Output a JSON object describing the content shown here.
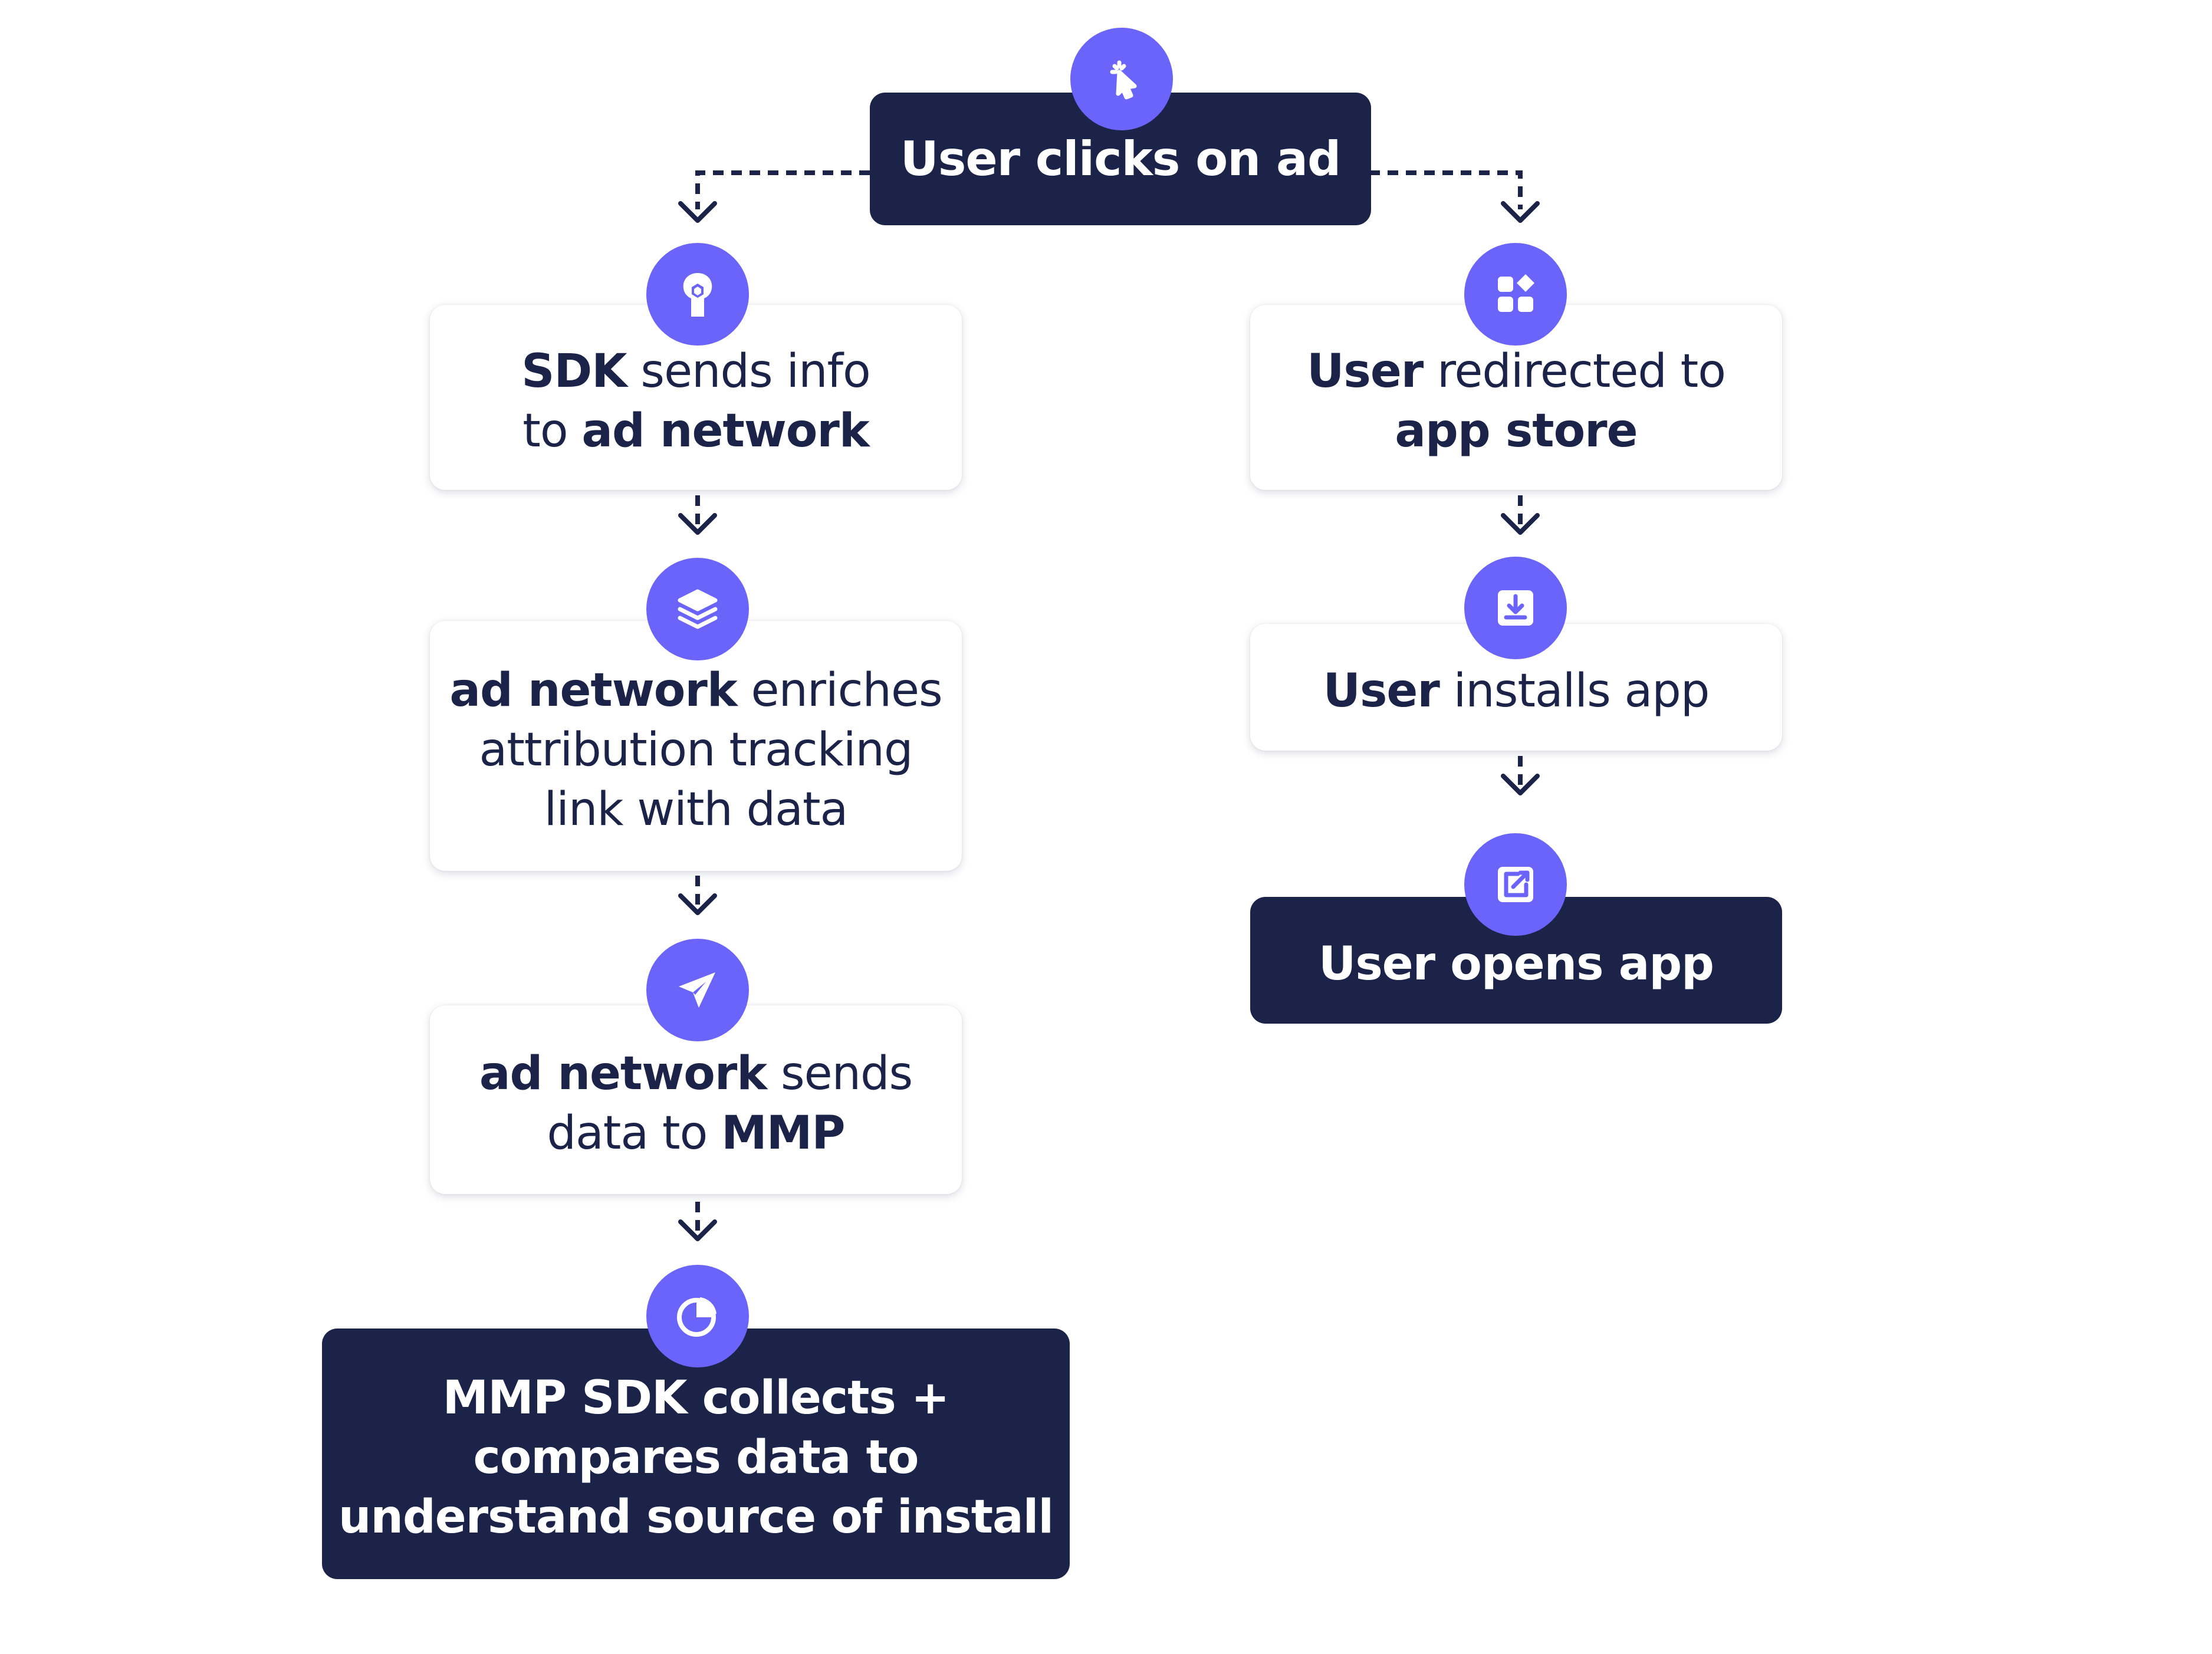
{
  "diagram": {
    "start_node": {
      "icon": "pointer-click-icon",
      "text": "User clicks on ad"
    },
    "left_branch": [
      {
        "icon": "sdk-wrench-icon",
        "lines": [
          [
            {
              "t": "SDK",
              "b": true
            },
            {
              "t": " sends info",
              "b": false
            }
          ],
          [
            {
              "t": "to ",
              "b": false
            },
            {
              "t": "ad network",
              "b": true
            }
          ]
        ]
      },
      {
        "icon": "layers-icon",
        "lines": [
          [
            {
              "t": "ad network",
              "b": true
            },
            {
              "t": " enriches",
              "b": false
            }
          ],
          [
            {
              "t": "attribution tracking",
              "b": false
            }
          ],
          [
            {
              "t": "link with data",
              "b": false
            }
          ]
        ]
      },
      {
        "icon": "send-paper-plane-icon",
        "lines": [
          [
            {
              "t": "ad network",
              "b": true
            },
            {
              "t": " sends",
              "b": false
            }
          ],
          [
            {
              "t": "data to ",
              "b": false
            },
            {
              "t": "MMP",
              "b": true
            }
          ]
        ]
      },
      {
        "icon": "pie-chart-icon",
        "dark": true,
        "lines": [
          [
            {
              "t": "MMP SDK collects +",
              "b": true
            }
          ],
          [
            {
              "t": "compares data to",
              "b": true
            }
          ],
          [
            {
              "t": "understand source of install",
              "b": true
            }
          ]
        ]
      }
    ],
    "right_branch": [
      {
        "icon": "app-grid-icon",
        "lines": [
          [
            {
              "t": "User",
              "b": true
            },
            {
              "t": " redirected to",
              "b": false
            }
          ],
          [
            {
              "t": "app store",
              "b": true
            }
          ]
        ]
      },
      {
        "icon": "download-icon",
        "lines": [
          [
            {
              "t": "User",
              "b": true
            },
            {
              "t": " installs app",
              "b": false
            }
          ]
        ]
      },
      {
        "icon": "open-external-icon",
        "dark": true,
        "lines": [
          [
            {
              "t": "User opens app",
              "b": true
            }
          ]
        ]
      }
    ]
  },
  "colors": {
    "navy": "#1b2349",
    "accent": "#6a64fa",
    "card": "#ffffff"
  }
}
